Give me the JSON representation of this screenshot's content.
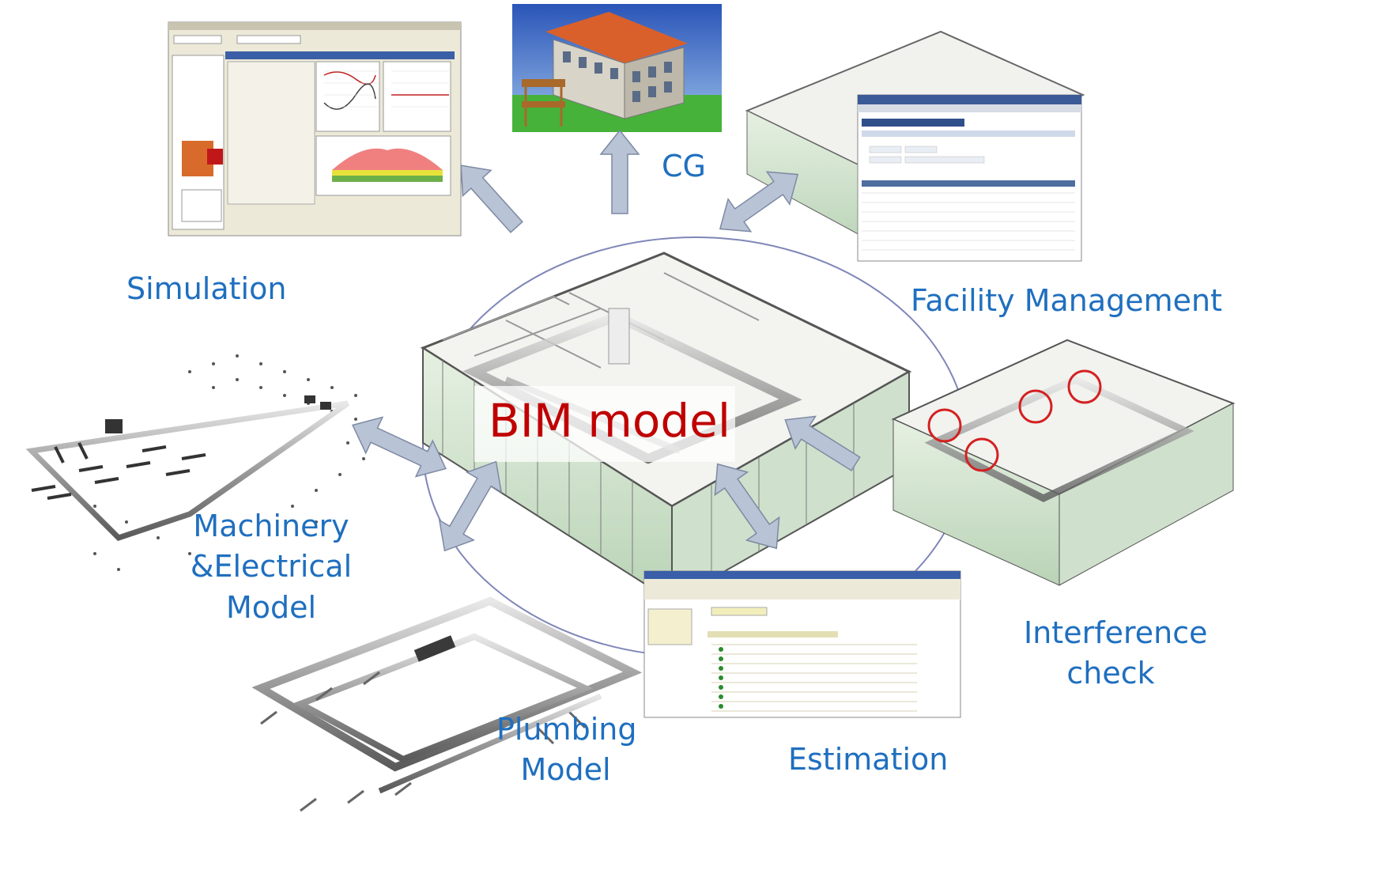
{
  "center": {
    "title": "BIM model"
  },
  "labels": {
    "cg": "CG",
    "simulation": "Simulation",
    "facility_management": "Facility Management",
    "machinery": [
      "Machinery",
      "&Electrical",
      "Model"
    ],
    "plumbing": [
      "Plumbing",
      "Model"
    ],
    "estimation": "Estimation",
    "interference": [
      "Interference",
      "check"
    ]
  },
  "colors": {
    "label_blue": "#1f6fbf",
    "title_red": "#c00000",
    "arrow_fill": "#b9c3d6",
    "arrow_stroke": "#7d8aa3",
    "ellipse_stroke": "#7f86b8",
    "clash_circle": "#d42020"
  }
}
